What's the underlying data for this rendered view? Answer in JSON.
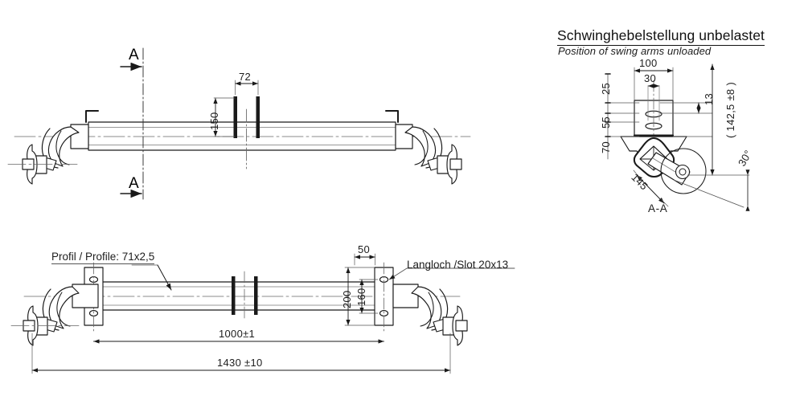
{
  "drawing": {
    "type": "engineering-drawing",
    "subject": "Torsion axle / rubber suspension axle with swing arms",
    "units": "mm"
  },
  "detail_panel": {
    "title_de": "Schwinghebelstellung unbelastet",
    "title_en": "Position of swing arms unloaded",
    "caption": "A-A",
    "dimensions": {
      "width_total": "100",
      "width_inner": "30",
      "top_offset": "25",
      "mid_offset": "55",
      "bottom_offset": "70",
      "plate_thickness": "13",
      "ride_height": "( 142,5 ±8 )",
      "arm_length": "145",
      "arm_angle": "30°"
    }
  },
  "top_view": {
    "section_label_top": "A",
    "section_label_bottom": "A",
    "dim_bracket_width": "72",
    "dim_bracket_height": "150"
  },
  "bottom_view": {
    "label_profile": "Profil / Profile: 71x2,5",
    "label_slot": "Langloch /Slot 20x13",
    "dim_plate_width": "50",
    "dim_plate_height": "200",
    "dim_hole_spacing": "160",
    "dim_track": "1000±1",
    "dim_overall": "1430 ±10"
  },
  "colors": {
    "line": "#1a1a1a",
    "thin": "#555555",
    "center": "#666666",
    "paper": "#ffffff"
  }
}
